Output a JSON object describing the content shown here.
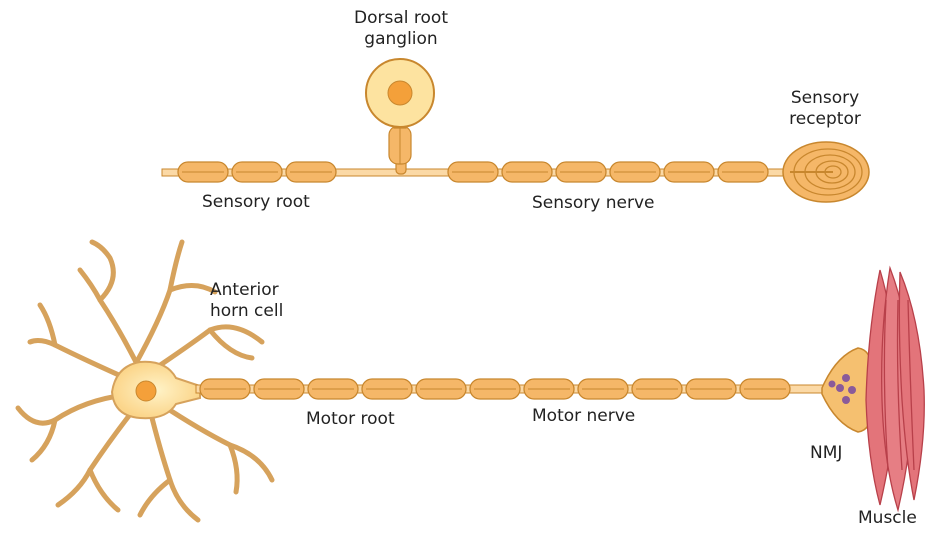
{
  "labels": {
    "dorsal_root_ganglion_line1": "Dorsal root",
    "dorsal_root_ganglion_line2": "ganglion",
    "sensory_receptor_line1": "Sensory",
    "sensory_receptor_line2": "receptor",
    "sensory_root": "Sensory root",
    "sensory_nerve": "Sensory nerve",
    "anterior_horn_cell_line1": "Anterior",
    "anterior_horn_cell_line2": "horn cell",
    "motor_root": "Motor root",
    "motor_nerve": "Motor nerve",
    "nmj": "NMJ",
    "muscle": "Muscle"
  },
  "colors": {
    "myelin_fill": "#f5b768",
    "myelin_stroke": "#c8872e",
    "axon": "#fbd9a6",
    "cell_body": "#fde3a0",
    "nucleus": "#f4a03a",
    "dendrite": "#d6a25c",
    "muscle_fill": "#e3747a",
    "muscle_stroke": "#b8404a",
    "vesicle": "#8a5a9a"
  }
}
